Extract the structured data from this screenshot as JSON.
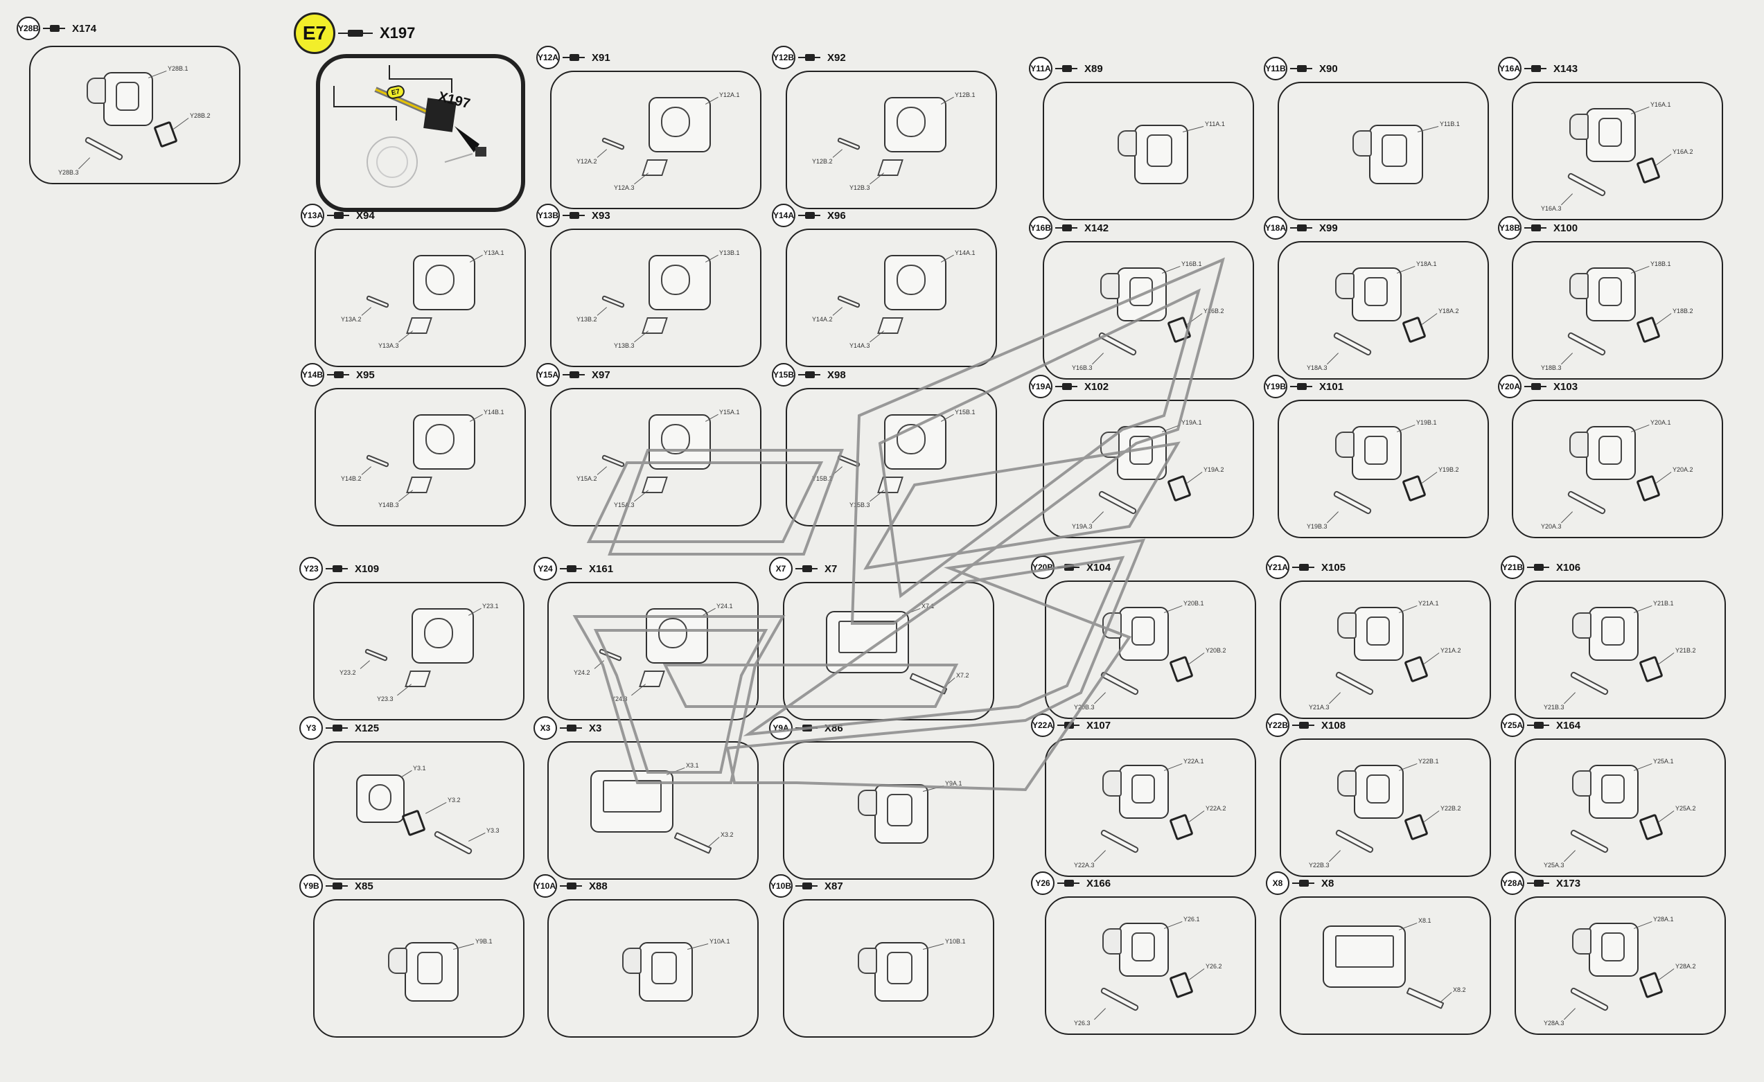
{
  "panels": [
    {
      "id": "Y28B",
      "code": "X174",
      "type": "jpt",
      "parts": [
        "Y28B.1",
        "Y28B.2",
        "Y28B.3"
      ]
    },
    {
      "id": "E7",
      "code": "X197",
      "type": "photo",
      "highlight": true,
      "parts": [],
      "photo_badge": "E7",
      "photo_code": "X197"
    },
    {
      "id": "Y12A",
      "code": "X91",
      "type": "dt",
      "parts": [
        "Y12A.1",
        "Y12A.2",
        "Y12A.3"
      ]
    },
    {
      "id": "Y12B",
      "code": "X92",
      "type": "dt",
      "parts": [
        "Y12B.1",
        "Y12B.2",
        "Y12B.3"
      ]
    },
    {
      "id": "Y11A",
      "code": "X89",
      "type": "jpt1",
      "parts": [
        "Y11A.1"
      ]
    },
    {
      "id": "Y11B",
      "code": "X90",
      "type": "jpt1",
      "parts": [
        "Y11B.1"
      ]
    },
    {
      "id": "Y16A",
      "code": "X143",
      "type": "jpt",
      "parts": [
        "Y16A.1",
        "Y16A.2",
        "Y16A.3"
      ]
    },
    {
      "id": "Y13A",
      "code": "X94",
      "type": "dt",
      "parts": [
        "Y13A.1",
        "Y13A.2",
        "Y13A.3"
      ]
    },
    {
      "id": "Y13B",
      "code": "X93",
      "type": "dt",
      "parts": [
        "Y13B.1",
        "Y13B.2",
        "Y13B.3"
      ]
    },
    {
      "id": "Y14A",
      "code": "X96",
      "type": "dt",
      "parts": [
        "Y14A.1",
        "Y14A.2",
        "Y14A.3"
      ]
    },
    {
      "id": "Y16B",
      "code": "X142",
      "type": "jpt",
      "parts": [
        "Y16B.1",
        "Y16B.2",
        "Y16B.3"
      ]
    },
    {
      "id": "Y18A",
      "code": "X99",
      "type": "jpt",
      "parts": [
        "Y18A.1",
        "Y18A.2",
        "Y18A.3"
      ]
    },
    {
      "id": "Y18B",
      "code": "X100",
      "type": "jpt",
      "parts": [
        "Y18B.1",
        "Y18B.2",
        "Y18B.3"
      ]
    },
    {
      "id": "Y14B",
      "code": "X95",
      "type": "dt",
      "parts": [
        "Y14B.1",
        "Y14B.2",
        "Y14B.3"
      ]
    },
    {
      "id": "Y15A",
      "code": "X97",
      "type": "dt",
      "parts": [
        "Y15A.1",
        "Y15A.2",
        "Y15A.3"
      ]
    },
    {
      "id": "Y15B",
      "code": "X98",
      "type": "dt",
      "parts": [
        "Y15B.1",
        "Y15B.2",
        "Y15B.3"
      ]
    },
    {
      "id": "Y19A",
      "code": "X102",
      "type": "jpt",
      "parts": [
        "Y19A.1",
        "Y19A.2",
        "Y19A.3"
      ]
    },
    {
      "id": "Y19B",
      "code": "X101",
      "type": "jpt",
      "parts": [
        "Y19B.1",
        "Y19B.2",
        "Y19B.3"
      ]
    },
    {
      "id": "Y20A",
      "code": "X103",
      "type": "jpt",
      "parts": [
        "Y20A.1",
        "Y20A.2",
        "Y20A.3"
      ]
    },
    {
      "id": "Y23",
      "code": "X109",
      "type": "dt",
      "parts": [
        "Y23.1",
        "Y23.2",
        "Y23.3"
      ]
    },
    {
      "id": "Y24",
      "code": "X161",
      "type": "dt",
      "parts": [
        "Y24.1",
        "Y24.2",
        "Y24.3"
      ]
    },
    {
      "id": "X7",
      "code": "X7",
      "type": "multi",
      "parts": [
        "X7.1",
        "X7.2"
      ]
    },
    {
      "id": "Y20B",
      "code": "X104",
      "type": "jpt",
      "parts": [
        "Y20B.1",
        "Y20B.2",
        "Y20B.3"
      ]
    },
    {
      "id": "Y21A",
      "code": "X105",
      "type": "jpt",
      "parts": [
        "Y21A.1",
        "Y21A.2",
        "Y21A.3"
      ]
    },
    {
      "id": "Y21B",
      "code": "X106",
      "type": "jpt",
      "parts": [
        "Y21B.1",
        "Y21B.2",
        "Y21B.3"
      ]
    },
    {
      "id": "Y3",
      "code": "X125",
      "type": "din",
      "parts": [
        "Y3.1",
        "Y3.2",
        "Y3.3"
      ]
    },
    {
      "id": "X3",
      "code": "X3",
      "type": "multi",
      "parts": [
        "X3.1",
        "X3.2"
      ]
    },
    {
      "id": "Y9A",
      "code": "X86",
      "type": "jpt1",
      "parts": [
        "Y9A.1"
      ]
    },
    {
      "id": "Y22A",
      "code": "X107",
      "type": "jpt",
      "parts": [
        "Y22A.1",
        "Y22A.2",
        "Y22A.3"
      ]
    },
    {
      "id": "Y22B",
      "code": "X108",
      "type": "jpt",
      "parts": [
        "Y22B.1",
        "Y22B.2",
        "Y22B.3"
      ]
    },
    {
      "id": "Y25A",
      "code": "X164",
      "type": "jpt",
      "parts": [
        "Y25A.1",
        "Y25A.2",
        "Y25A.3"
      ]
    },
    {
      "id": "Y9B",
      "code": "X85",
      "type": "jpt1",
      "parts": [
        "Y9B.1"
      ]
    },
    {
      "id": "Y10A",
      "code": "X88",
      "type": "jpt1",
      "parts": [
        "Y10A.1"
      ]
    },
    {
      "id": "Y10B",
      "code": "X87",
      "type": "jpt1",
      "parts": [
        "Y10B.1"
      ]
    },
    {
      "id": "Y26",
      "code": "X166",
      "type": "jpt",
      "parts": [
        "Y26.1",
        "Y26.2",
        "Y26.3"
      ]
    },
    {
      "id": "X8",
      "code": "X8",
      "type": "multi",
      "parts": [
        "X8.1",
        "X8.2"
      ]
    },
    {
      "id": "Y28A",
      "code": "X173",
      "type": "jpt",
      "parts": [
        "Y28A.1",
        "Y28A.2",
        "Y28A.3"
      ]
    }
  ],
  "colors": {
    "highlight_badge": "#f2ee2a",
    "line": "#222222",
    "background": "#eeeeeb",
    "watermark": "#8a8a8a"
  },
  "icons": {
    "connector_plug": "plug-icon",
    "watermark": "watermark-logo"
  }
}
